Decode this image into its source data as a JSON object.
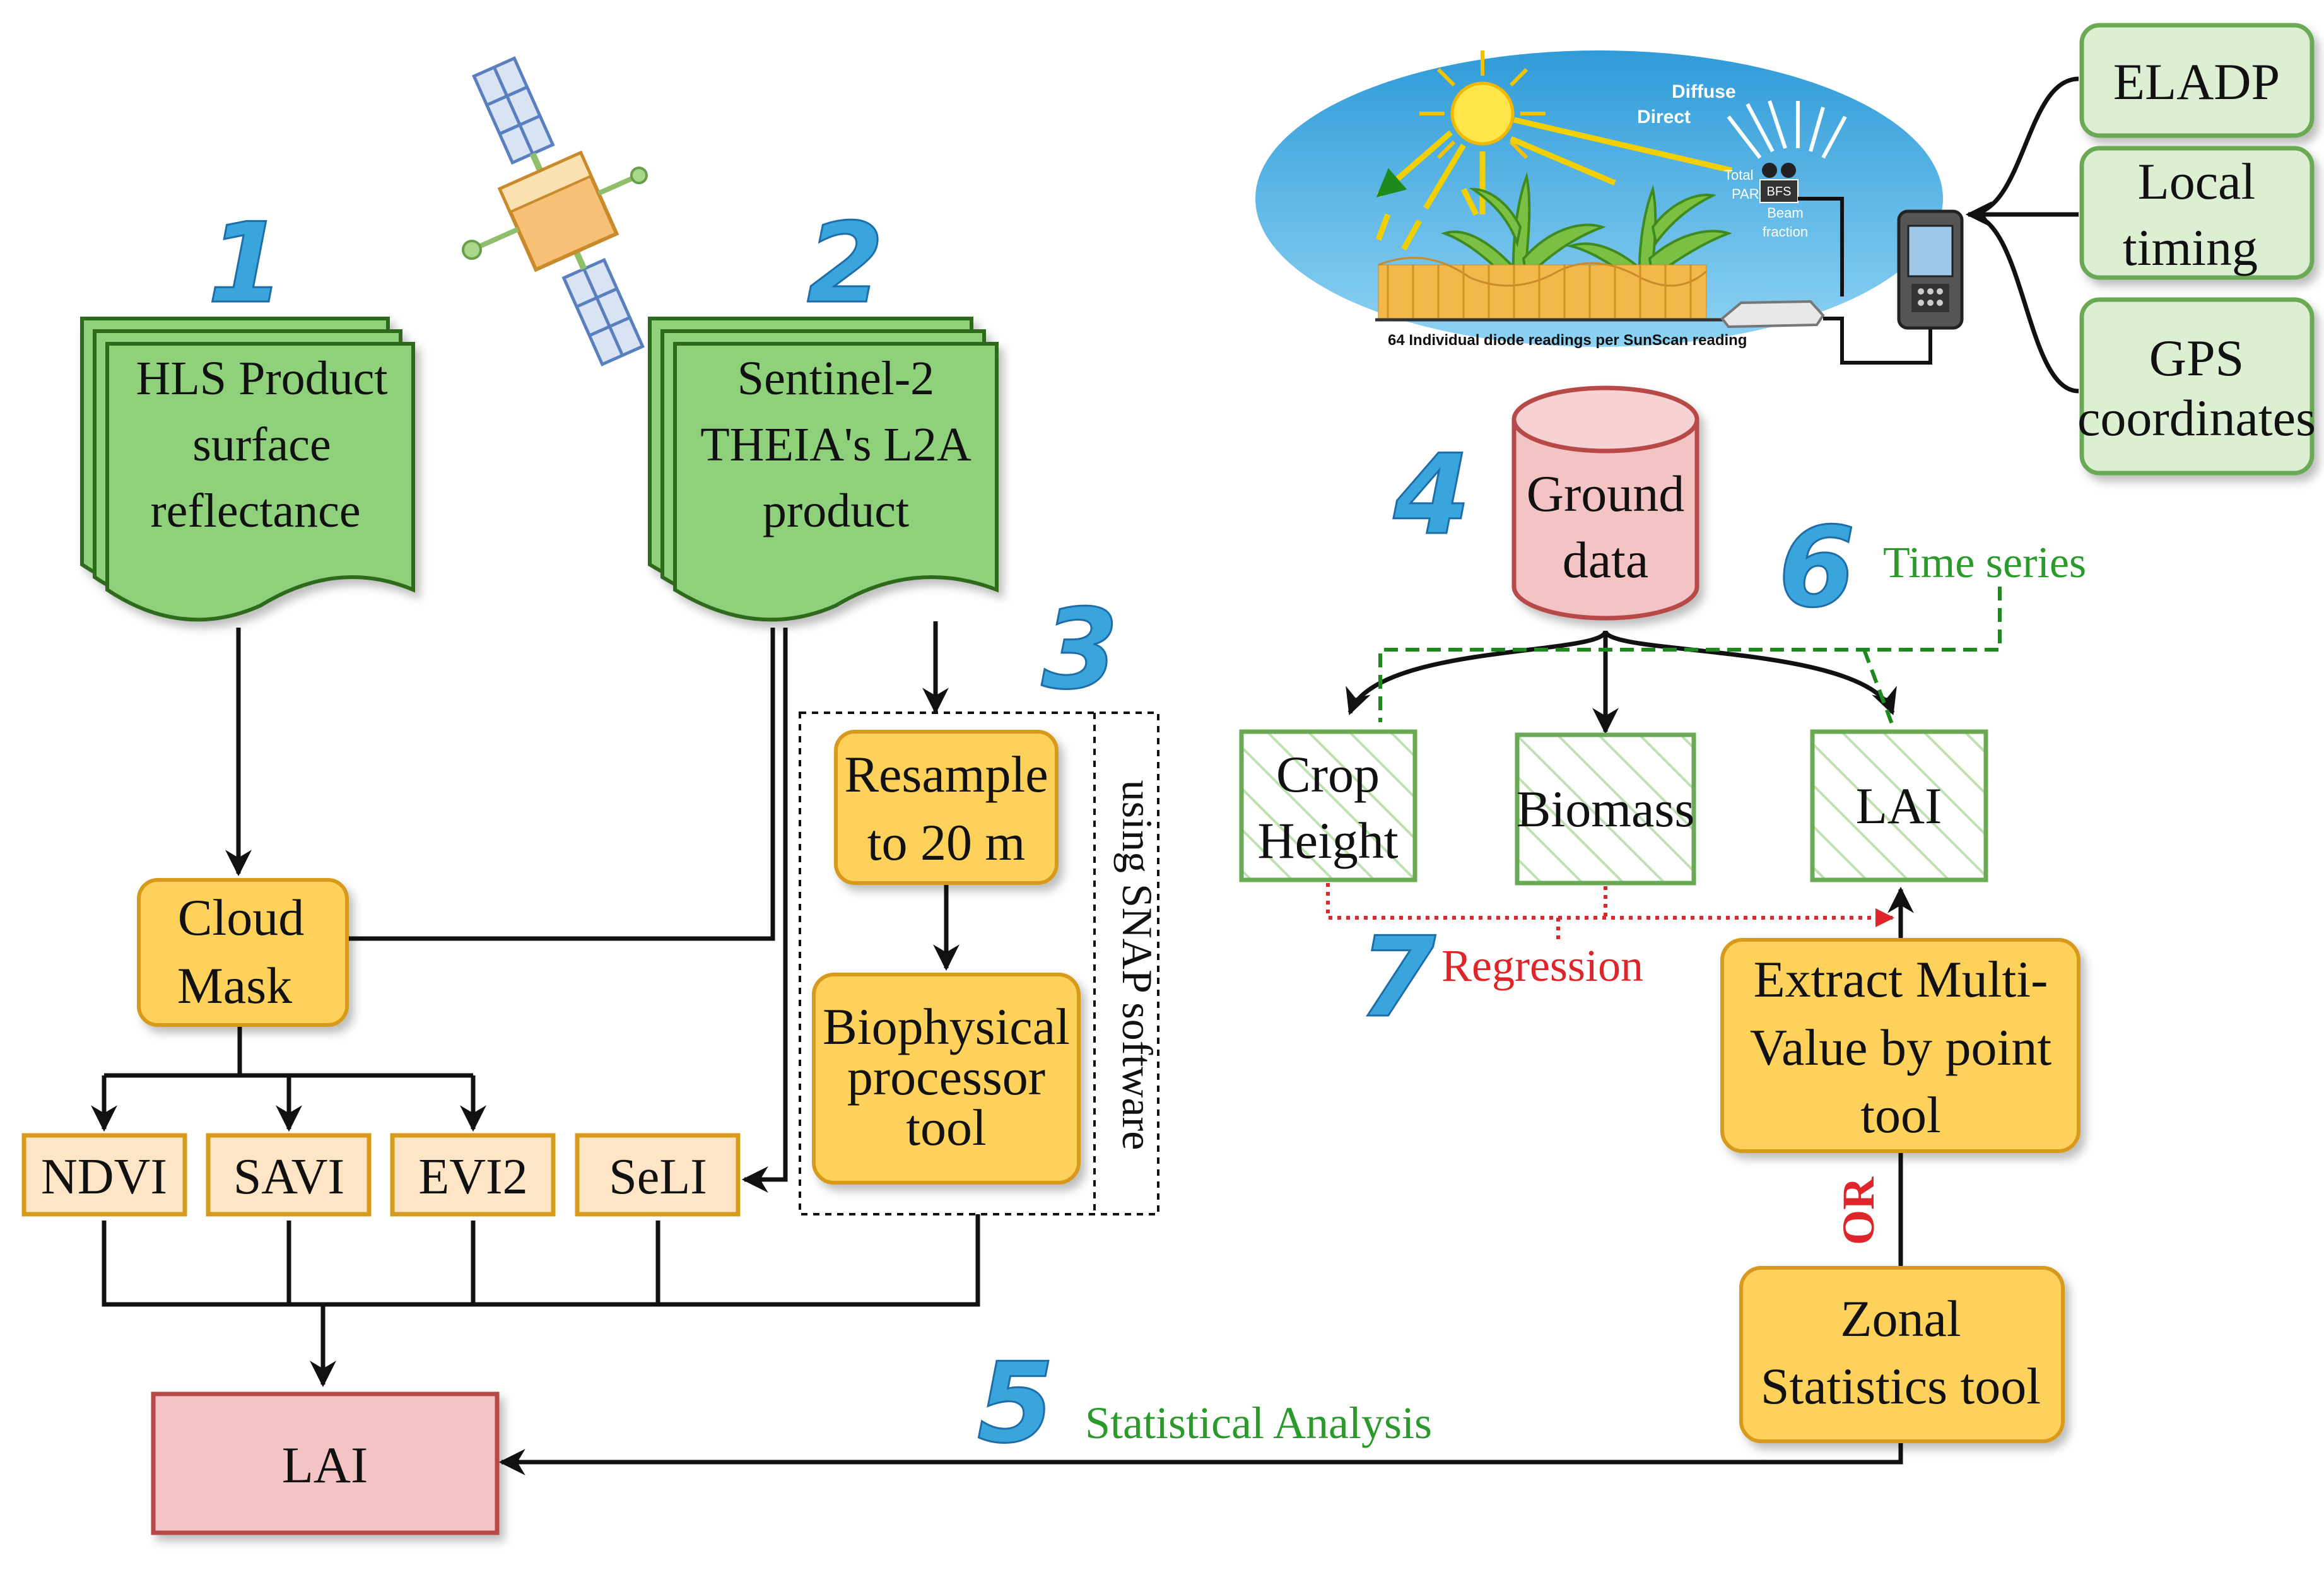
{
  "colors": {
    "green_fill": "#8fd07a",
    "green_stroke": "#3f7d2a",
    "yellow_fill": "#fdd15a",
    "yellow_stroke": "#d79a1b",
    "peach_fill": "#fde5c6",
    "pink_fill": "#f4c4c4",
    "pink_stroke": "#b84a4a",
    "light_green_fill": "#dcefd2",
    "blue_number": "#3aa5dc",
    "label_green": "#2a9a2a",
    "label_red": "#e0252a"
  },
  "steps": [
    "1",
    "2",
    "3",
    "4",
    "5",
    "6",
    "7"
  ],
  "documents": {
    "hls": [
      "HLS Product",
      "surface",
      "reflectance"
    ],
    "sentinel": [
      "Sentinel-2",
      "THEIA's L2A",
      "product"
    ]
  },
  "processes": {
    "cloud_mask": [
      "Cloud",
      "Mask"
    ],
    "resample": [
      "Resample",
      "to 20 m"
    ],
    "biophysical": [
      "Biophysical",
      "processor",
      "tool"
    ],
    "extract": [
      "Extract Multi-",
      "Value by point",
      "tool"
    ],
    "zonal": [
      "Zonal",
      "Statistics tool"
    ]
  },
  "indices": [
    "NDVI",
    "SAVI",
    "EVI2",
    "SeLI"
  ],
  "snap_label": "using SNAP software",
  "lai_result": "LAI",
  "ground_data": [
    "Ground",
    "data"
  ],
  "measures": {
    "crop_height": [
      "Crop",
      "Height"
    ],
    "biomass": "Biomass",
    "lai": "LAI"
  },
  "sunscan_inputs": [
    [
      "ELADP"
    ],
    [
      "Local",
      "timing"
    ],
    [
      "GPS",
      "coordinates"
    ]
  ],
  "sunscan_labels": {
    "direct": "Direct",
    "diffuse": "Diffuse",
    "total_par": [
      "Total",
      "PAR"
    ],
    "bfs": "BFS",
    "beam_fraction": [
      "Beam",
      "fraction"
    ],
    "readings": "64 Individual diode readings per SunScan reading"
  },
  "annotations": {
    "statistical_analysis": "Statistical Analysis",
    "time_series": "Time series",
    "regression": "Regression",
    "or": "OR"
  }
}
